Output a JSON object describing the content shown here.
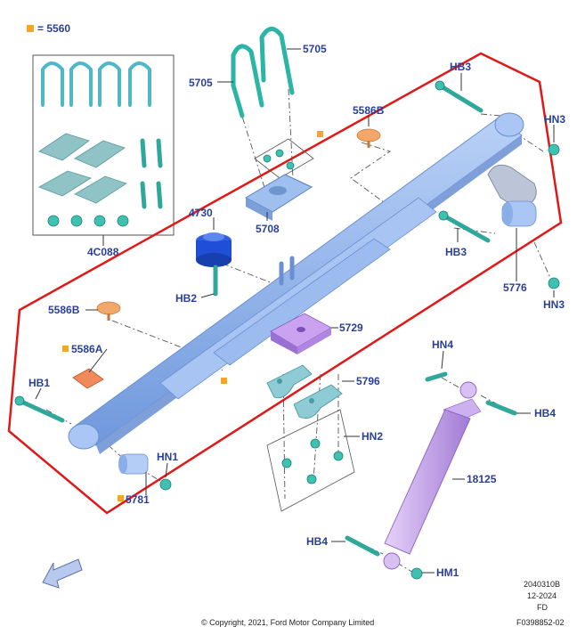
{
  "colors": {
    "spring": "#8eb4ee",
    "boundary": "#e01818",
    "label": "#2a3f9a",
    "fastener": "#3ec0b2",
    "legend_marker": "#f5a623",
    "shock": "#c7a2ec",
    "spacer": "#b98be6",
    "bumper": "#1f4fd6",
    "bumper_pad": "#f3a86a"
  },
  "legend": {
    "text": "= 5560"
  },
  "kit": {
    "label": "4C088"
  },
  "parts": {
    "u_bolt_left": "5705",
    "u_bolt_right": "5705",
    "plate": "5708",
    "bumper": "4730",
    "bumper_bolt": "HB2",
    "pad_right": "5586B",
    "pad_left": "5586B",
    "pad_small": "5586A",
    "spacer": "5729",
    "clamp": "5796",
    "nuts": "HN2",
    "bolt_front": "HB1",
    "nut_front": "HN1",
    "bushing": "5781",
    "bolt_rear_top": "HB3",
    "nut_rear_top": "HN3",
    "bolt_rear_mid": "HB3",
    "nut_rear_low": "HN3",
    "shackle": "5776",
    "shock_nut_top": "HN4",
    "shock_bolt_top": "HB4",
    "shock": "18125",
    "shock_bolt_bottom": "HB4",
    "shock_nut_bottom": "HM1"
  },
  "footer": {
    "code1": "2040310B",
    "code2": "12-2024",
    "code3": "FD",
    "code4": "F0398852-02",
    "copyright": "© Copyright, 2021, Ford Motor Company Limited"
  }
}
